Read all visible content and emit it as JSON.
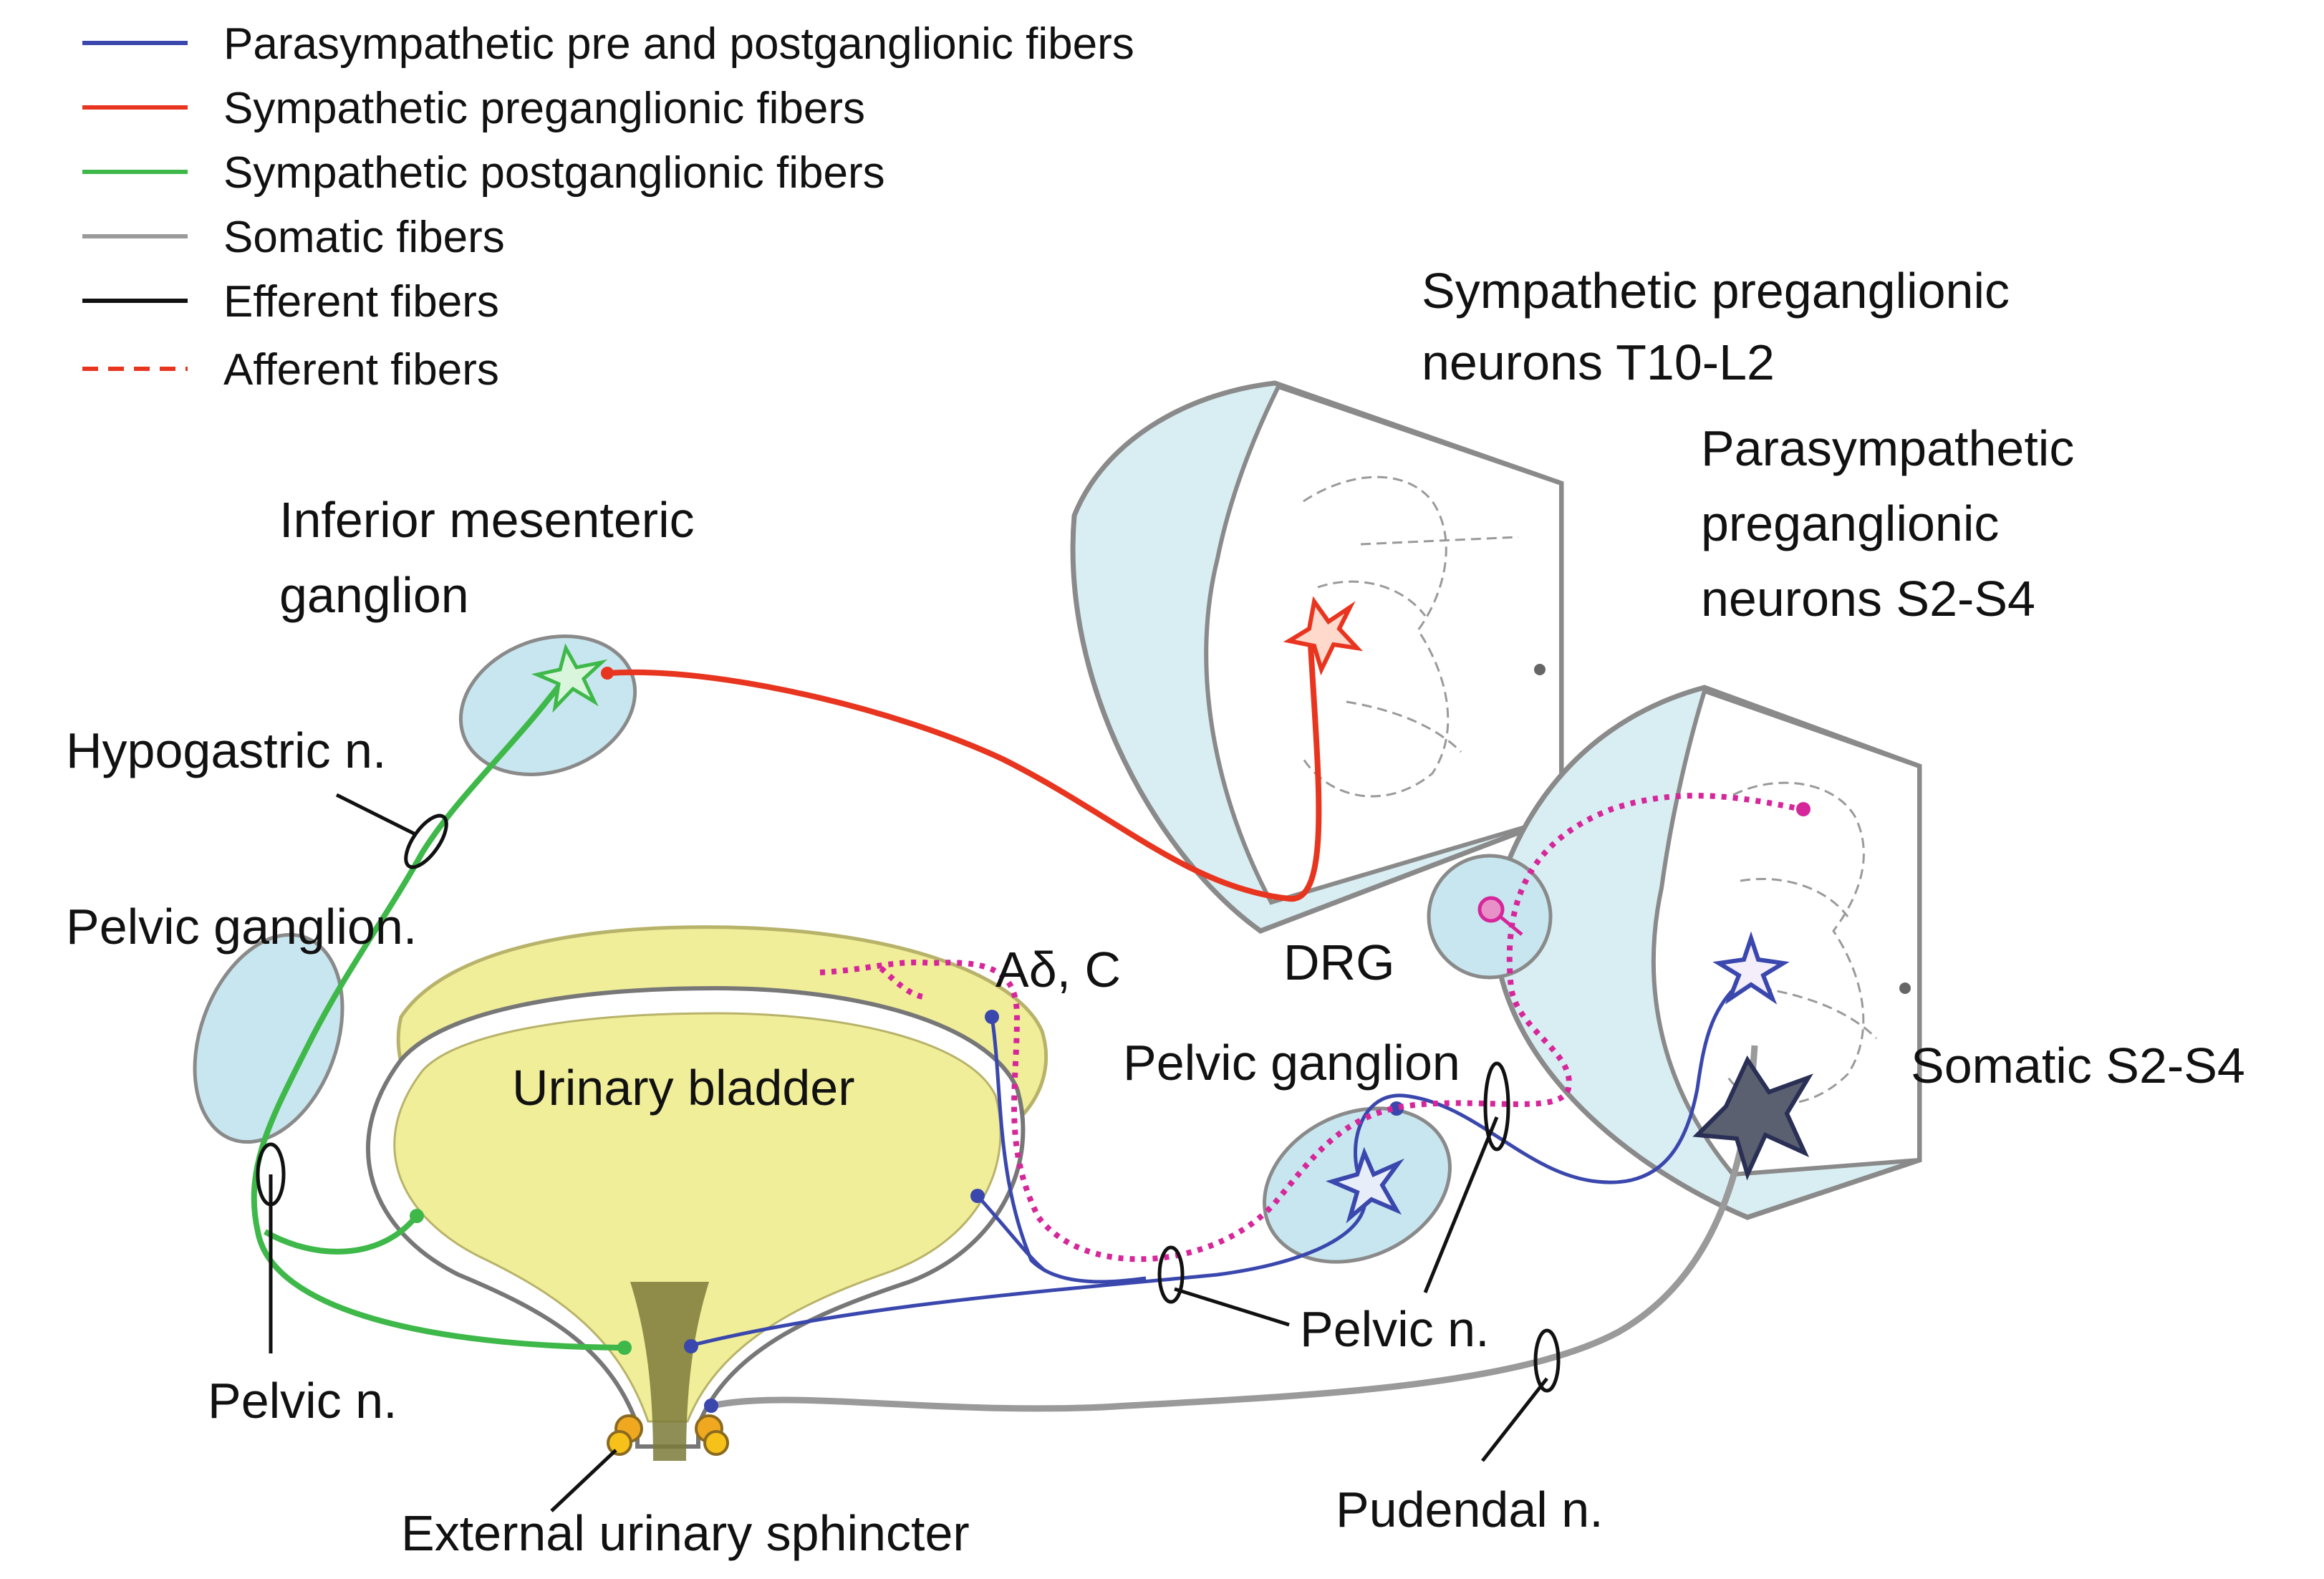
{
  "colors": {
    "parasympathetic": "#3a47ad",
    "sympathetic_pre": "#e8351f",
    "sympathetic_post": "#3fb84a",
    "somatic": "#9a9a9a",
    "efferent": "#111111",
    "afferent": "#d6279a",
    "ganglion_fill": "#c8e6ef",
    "bladder_fill": "#f1ee9a",
    "cord_fill": "#d9eef3",
    "sphincter": "#f0a820"
  },
  "legend": [
    {
      "label": "Parasympathetic pre and postganglionic fibers",
      "color": "#3a47ad",
      "style": "solid"
    },
    {
      "label": "Sympathetic preganglionic fibers",
      "color": "#e8351f",
      "style": "solid"
    },
    {
      "label": "Sympathetic postganglionic fibers",
      "color": "#3fb84a",
      "style": "solid"
    },
    {
      "label": "Somatic fibers",
      "color": "#9a9a9a",
      "style": "solid"
    },
    {
      "label": "Efferent fibers",
      "color": "#111111",
      "style": "solid"
    },
    {
      "label": "Afferent fibers",
      "color": "#d6279a",
      "style": "dashed"
    }
  ],
  "labels": {
    "sympathetic_neurons_line1": "Sympathetic preganglionic",
    "sympathetic_neurons_line2": "neurons T10-L2",
    "parasympathetic_neurons_line1": "Parasympathetic",
    "parasympathetic_neurons_line2": "preganglionic",
    "parasympathetic_neurons_line3": "neurons S2-S4",
    "inferior_mesenteric_line1": "Inferior mesenteric",
    "inferior_mesenteric_line2": "ganglion",
    "hypogastric_nerve": "Hypogastric n.",
    "pelvic_ganglion_left": "Pelvic ganglion.",
    "pelvic_ganglion_right": "Pelvic ganglion",
    "urinary_bladder": "Urinary bladder",
    "afferent_types": "Aδ, C",
    "drg": "DRG",
    "somatic": "Somatic S2-S4",
    "pelvic_nerve_left": "Pelvic n.",
    "pelvic_nerve_right": "Pelvic n.",
    "pudendal_nerve": "Pudendal n.",
    "external_sphincter": "External urinary sphincter"
  }
}
